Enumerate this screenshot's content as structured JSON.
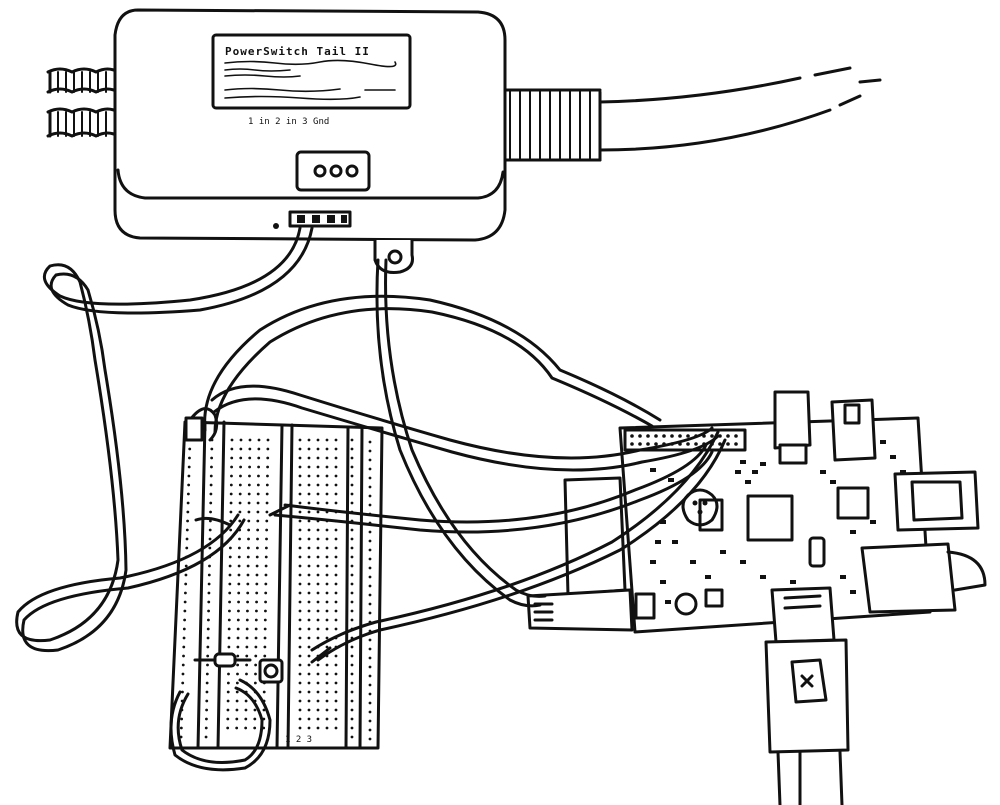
{
  "drawing": {
    "powerswitch_label": {
      "title": "PowerSwitch Tail II",
      "bottom_text": "1 in  2 in  3 Gnd",
      "breadboard_text": "1 2 3"
    },
    "colors": {
      "ink": "#111111",
      "paper": "#ffffff"
    },
    "icons": {
      "raspberry_logo": "raspberry-icon"
    }
  }
}
